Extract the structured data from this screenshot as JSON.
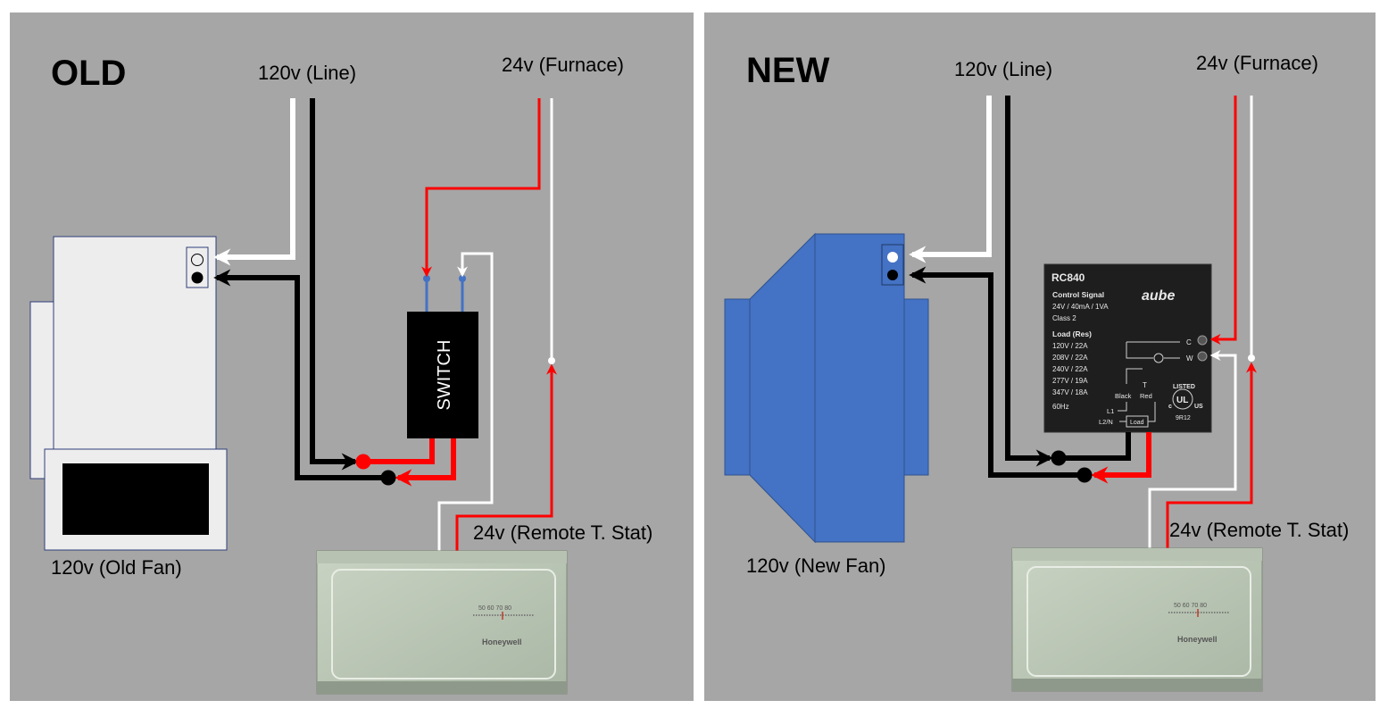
{
  "panels": {
    "old": {
      "heading": "OLD",
      "line_label": "120v (Line)",
      "furnace_label": "24v (Furnace)",
      "switch_label": "SWITCH",
      "fan_label": "120v (Old Fan)",
      "tstat_label": "24v (Remote T. Stat)",
      "tstat_scale": "50 60 70 80",
      "tstat_brand": "Honeywell"
    },
    "new": {
      "heading": "NEW",
      "line_label": "120v (Line)",
      "furnace_label": "24v (Furnace)",
      "fan_label": "120v (New Fan)",
      "tstat_label": "24v (Remote T. Stat)",
      "tstat_scale": "50 60 70 80",
      "tstat_brand": "Honeywell"
    }
  },
  "relay": {
    "model": "RC840",
    "brand": "aube",
    "control_title": "Control Signal",
    "control_spec": "24V / 40mA / 1VA",
    "control_class": "Class 2",
    "load_title": "Load (Res)",
    "ratings": [
      "120V / 22A",
      "208V / 22A",
      "240V / 22A",
      "277V / 19A",
      "347V / 18A",
      "60Hz"
    ],
    "terminal_c": "C",
    "terminal_w": "W",
    "wire_black": "Black",
    "wire_red": "Red",
    "t_mark": "T",
    "l1": "L1",
    "l2n": "L2/N",
    "load_box": "Load",
    "listed": "LISTED",
    "ul_mark": "UL",
    "ul_c": "c",
    "ul_us": "US",
    "ul_code": "9R12"
  },
  "colors": {
    "panel_bg": "#a6a6a6",
    "wire_hot": "#000000",
    "wire_neutral": "#ffffff",
    "wire_24v": "#ff0000",
    "new_fan": "#4472c4",
    "relay_body": "#1e1e1e"
  }
}
